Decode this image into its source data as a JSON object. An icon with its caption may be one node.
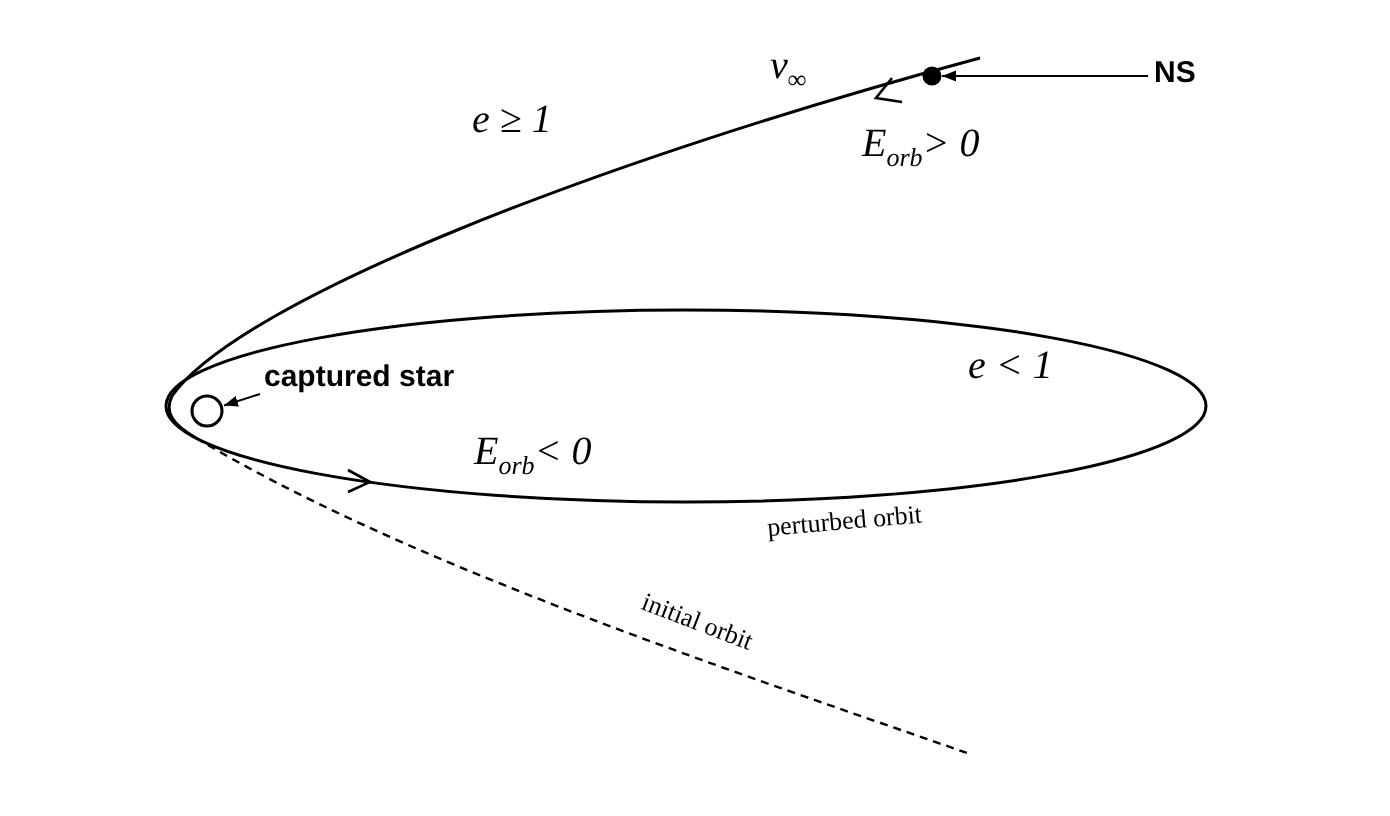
{
  "diagram": {
    "nodes": [
      {
        "text": [],
        "shape": "circle"
      },
      {
        "text": [
          "NS"
        ]
      },
      {
        "text": [],
        "shape": "circle"
      },
      {
        "text": [
          "captured star"
        ]
      }
    ],
    "edges": [
      {
        "from": 1,
        "to": 0,
        "arrow": "to"
      },
      {
        "from": 3,
        "to": 2,
        "arrow": "to"
      }
    ],
    "labels": [
      "v$_{∞}$",
      "e ≥ 1",
      "E$_{orb}$> 0",
      "e < 1",
      "E$_{orb}$< 0",
      "perturbed orbit",
      "initial orbit"
    ]
  }
}
